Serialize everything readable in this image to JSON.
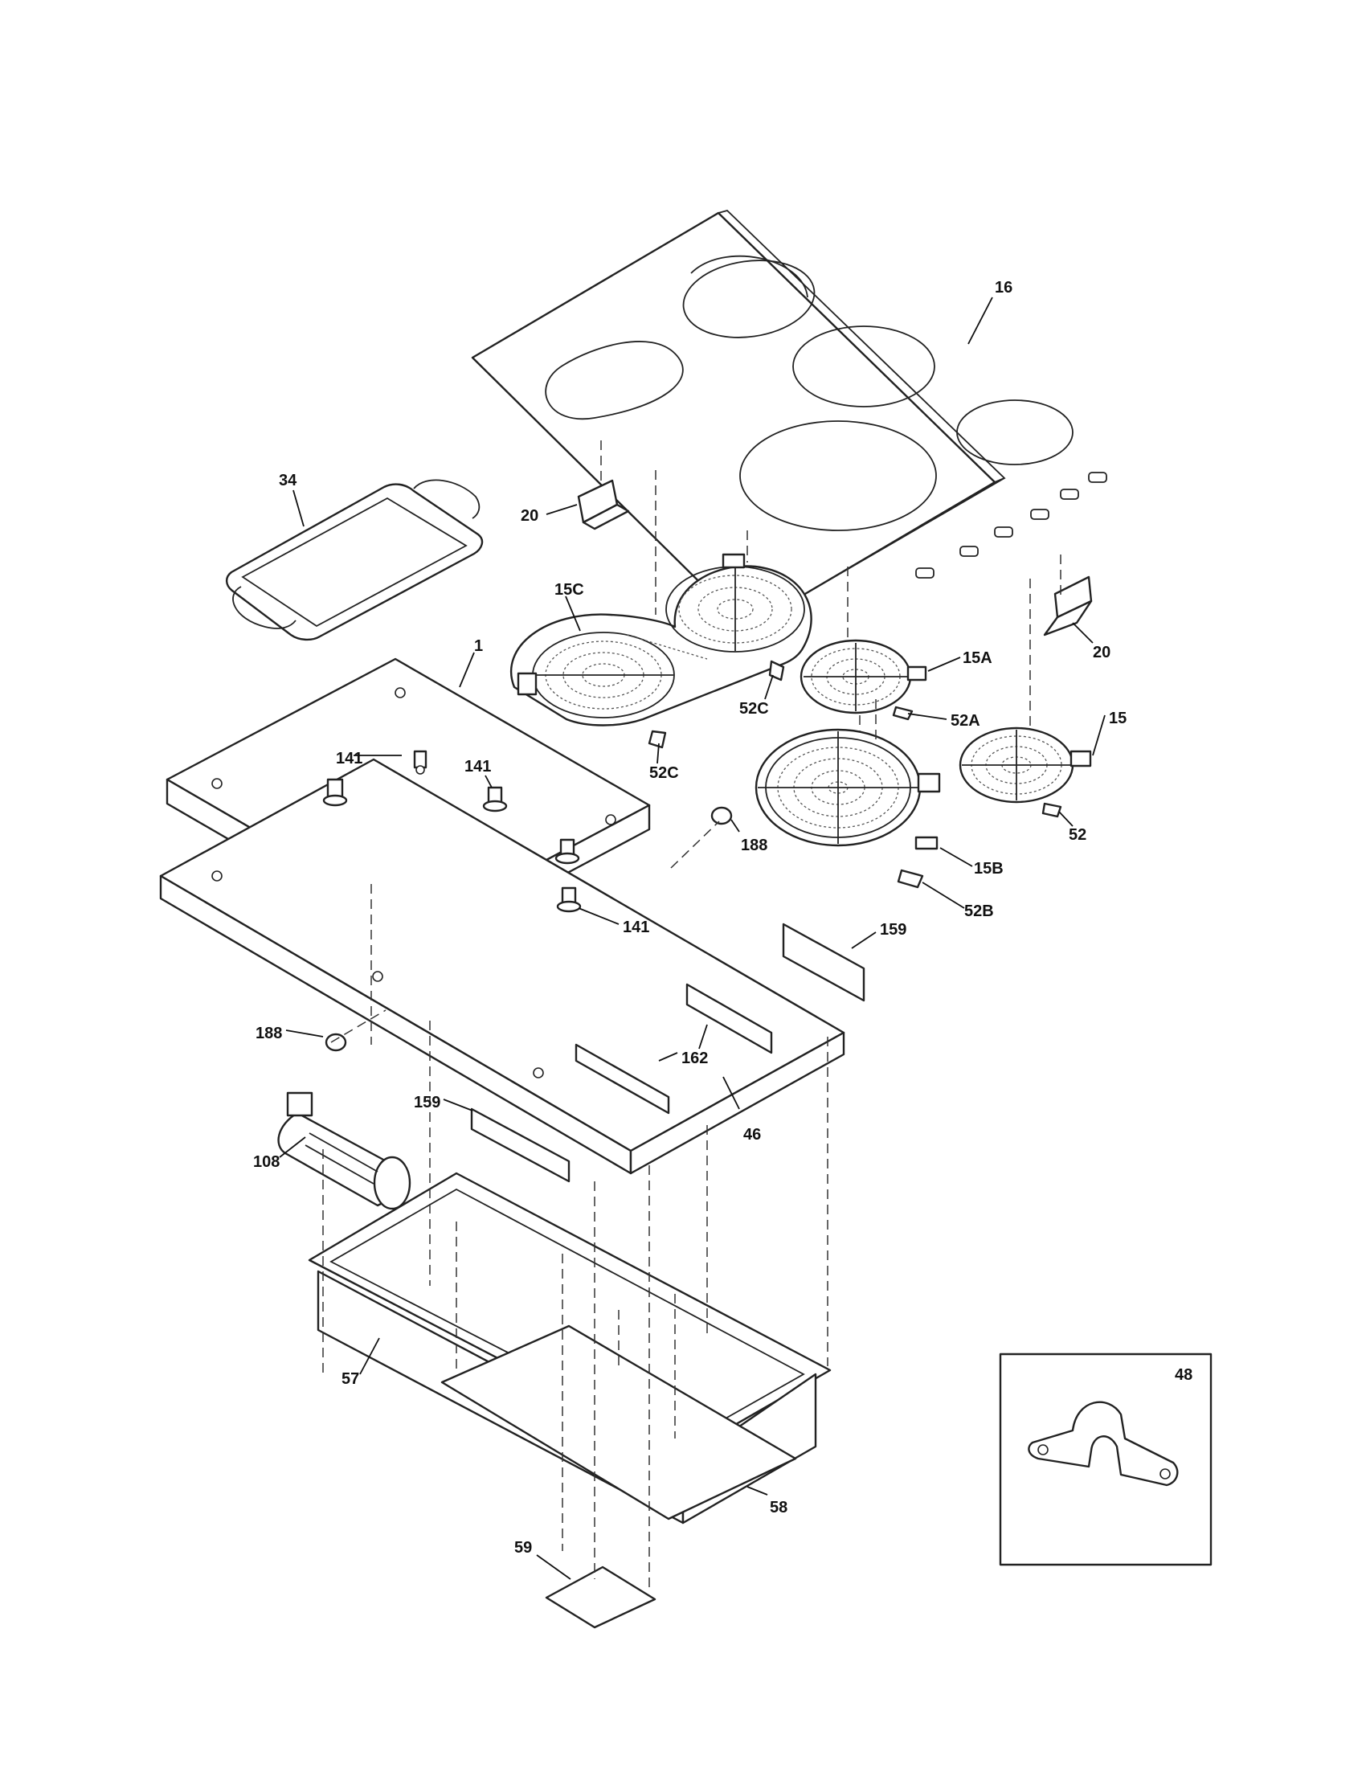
{
  "callouts": {
    "c16": "16",
    "c34": "34",
    "c20a": "20",
    "c20b": "20",
    "c15c": "15C",
    "c1": "1",
    "c15a": "15A",
    "c52c_a": "52C",
    "c52c_b": "52C",
    "c52a": "52A",
    "c15": "15",
    "c141_a": "141",
    "c141_b": "141",
    "c141_c": "141",
    "c188_a": "188",
    "c188_b": "188",
    "c15b": "15B",
    "c52": "52",
    "c52b": "52B",
    "c159_a": "159",
    "c159_b": "159",
    "c162": "162",
    "c46": "46",
    "c108": "108",
    "c57": "57",
    "c48": "48",
    "c58": "58",
    "c59": "59"
  }
}
